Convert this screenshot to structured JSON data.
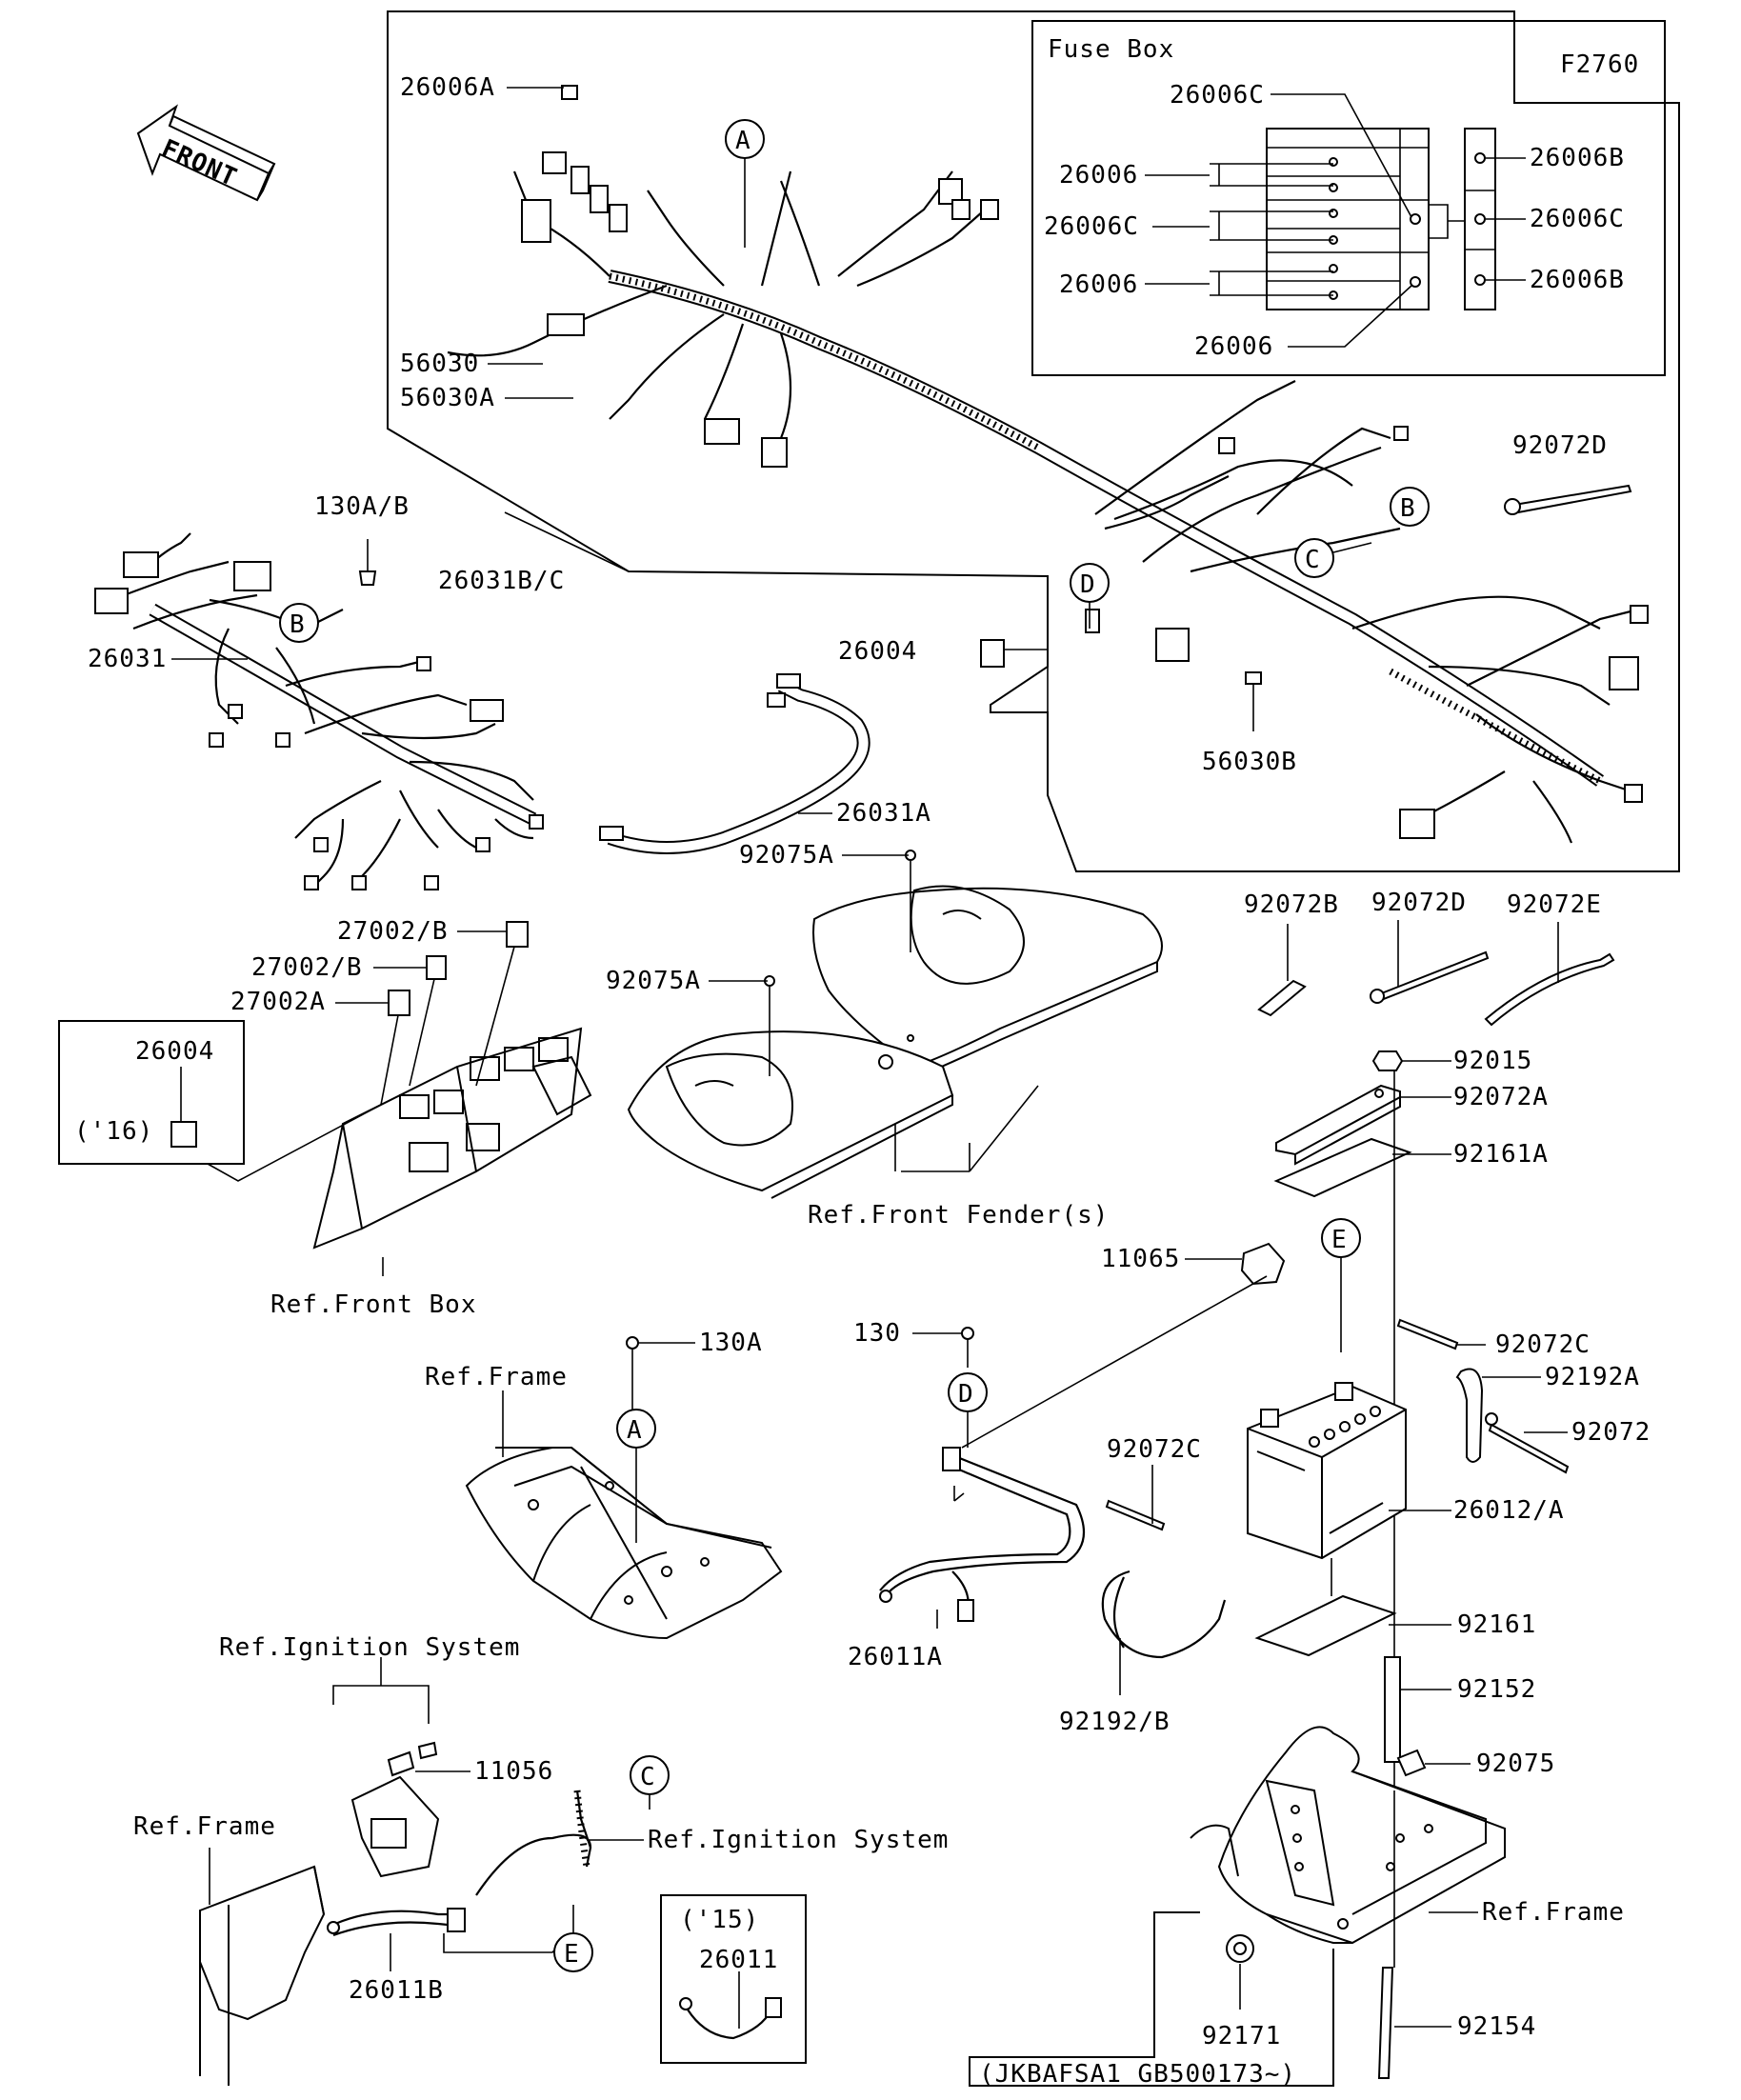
{
  "diagram_id": "F2760",
  "front_arrow_label": "FRONT",
  "fuse_box": {
    "title": "Fuse Box",
    "labels": [
      "26006C",
      "26006",
      "26006C",
      "26006",
      "26006",
      "26006B",
      "26006C",
      "26006B"
    ]
  },
  "callouts": {
    "A": "A",
    "B": "B",
    "C": "C",
    "D": "D",
    "E": "E"
  },
  "part_labels": {
    "p26006A": "26006A",
    "p56030": "56030",
    "p56030A": "56030A",
    "p130AB": "130A/B",
    "p26031BC": "26031B/C",
    "p26031": "26031",
    "p26004": "26004",
    "p56030B": "56030B",
    "p26031A": "26031A",
    "p92072D_top": "92072D",
    "p92075A_1": "92075A",
    "p92075A_2": "92075A",
    "p27002B_1": "27002/B",
    "p27002B_2": "27002/B",
    "p27002A": "27002A",
    "p26004_16": "26004",
    "note_16": "('16)",
    "p92072B": "92072B",
    "p92072D": "92072D",
    "p92072E": "92072E",
    "p92015": "92015",
    "p92072A": "92072A",
    "p92161A": "92161A",
    "p11065": "11065",
    "p130A": "130A",
    "p130": "130",
    "p92072C_1": "92072C",
    "p92192A": "92192A",
    "p92072": "92072",
    "p92072C_2": "92072C",
    "p26012A": "26012/A",
    "p26011A": "26011A",
    "p92161": "92161",
    "p92192B": "92192/B",
    "p92152": "92152",
    "p11056": "11056",
    "p92075": "92075",
    "note_15": "('15)",
    "p26011": "26011",
    "p26011B": "26011B",
    "p92171": "92171",
    "p92154": "92154"
  },
  "references": {
    "front_box": "Ref.Front Box",
    "front_fender": "Ref.Front Fender(s)",
    "frame_1": "Ref.Frame",
    "ignition_1": "Ref.Ignition System",
    "frame_2": "Ref.Frame",
    "ignition_2": "Ref.Ignition System",
    "frame_3": "Ref.Frame"
  },
  "serial_note": "(JKBAFSA1 GB500173~)"
}
